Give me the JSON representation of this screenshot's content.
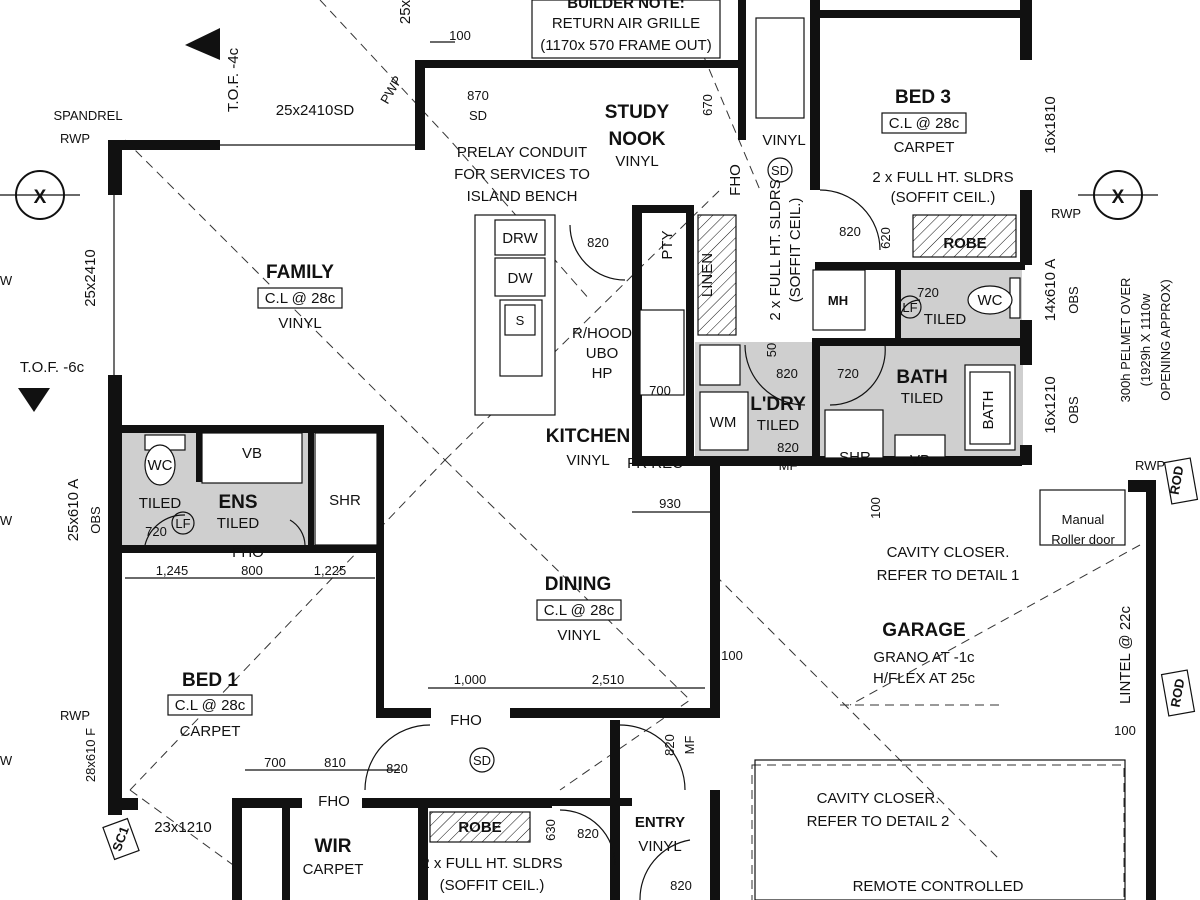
{
  "rooms": {
    "family": {
      "name": "FAMILY",
      "ceiling": "C.L @ 28c",
      "floor": "VINYL"
    },
    "study": {
      "name_line1": "STUDY",
      "name_line2": "NOOK",
      "floor": "VINYL"
    },
    "bed3": {
      "name": "BED 3",
      "ceiling": "C.L @ 28c",
      "floor": "CARPET",
      "robe_note1": "2 x FULL HT. SLDRS",
      "robe_note2": "(SOFFIT CEIL.)"
    },
    "kitchen": {
      "name": "KITCHEN",
      "floor": "VINYL"
    },
    "laundry": {
      "name": "L'DRY",
      "floor": "TILED"
    },
    "bath": {
      "name": "BATH",
      "floor": "TILED"
    },
    "ens": {
      "name": "ENS",
      "floor": "TILED"
    },
    "dining": {
      "name": "DINING",
      "ceiling": "C.L @ 28c",
      "floor": "VINYL"
    },
    "garage": {
      "name": "GARAGE",
      "floor_line1": "GRANO AT -1c",
      "floor_line2": "H/FLEX AT 25c"
    },
    "bed1": {
      "name": "BED 1",
      "ceiling": "C.L @ 28c",
      "floor": "CARPET"
    },
    "wir": {
      "name": "WIR",
      "floor": "CARPET"
    },
    "entry": {
      "name": "ENTRY",
      "floor": "VINYL"
    }
  },
  "fixtures": {
    "drw": "DRW",
    "dw": "DW",
    "s": "S",
    "pty": "PTY",
    "linen": "LINEN",
    "mh": "MH",
    "wc": "WC",
    "lf": "LF",
    "vb": "VB",
    "shr": "SHR",
    "wm": "WM",
    "bath": "BATH",
    "robe": "ROBE",
    "sd": "SD",
    "rhood": "R/HOOD",
    "ubo": "UBO",
    "hp": "HP",
    "fr_rec": "FR REC",
    "fho": "FHO"
  },
  "notes": {
    "builder_note": "BUILDER NOTE:",
    "return_air": "RETURN AIR GRILLE",
    "frame_out": "(1170x 570 FRAME OUT)",
    "prelay1": "PRELAY CONDUIT",
    "prelay2": "FOR SERVICES TO",
    "prelay3": "ISLAND BENCH",
    "spandrel": "SPANDREL",
    "rwp": "RWP",
    "pwp": "PWP",
    "tof4": "T.O.F. -4c",
    "tof6": "T.O.F. -6c",
    "x": "X",
    "sld_note1": "2 x FULL HT. SLDRS",
    "sld_note2": "(SOFFIT CEIL.)",
    "cavity1a": "CAVITY CLOSER.",
    "cavity1b": "REFER TO DETAIL 1",
    "cavity2a": "CAVITY CLOSER.",
    "cavity2b": "REFER TO DETAIL 2",
    "pelmet1": "300h PELMET OVER",
    "pelmet2": "(1929h X 1110w",
    "pelmet3": "OPENING APPROX)",
    "manual": "Manual",
    "roller": "Roller door",
    "remote": "REMOTE CONTROLLED",
    "lintel": "LINTEL @ 22c",
    "rod": "ROD",
    "sc1": "SC1",
    "vinyl": "VINYL",
    "tiled": "TILED",
    "obs": "OBS",
    "w": "W"
  },
  "windows": {
    "w25x2410sd": "25x2410SD",
    "w25x2410": "25x2410",
    "w25x610": "25x610 A",
    "w28x610": "28x610 F",
    "w23x1210": "23x1210",
    "w16x1810": "16x1810",
    "w14x610": "14x610 A",
    "w16x1210": "16x1210",
    "w25x": "25x"
  },
  "dims": {
    "d100": "100",
    "d870": "870",
    "sd": "SD",
    "d670": "670",
    "d820": "820",
    "d620": "620",
    "d720": "720",
    "d50": "50",
    "d700": "700",
    "mf": "MF",
    "d930": "930",
    "d1245": "1,245",
    "d800": "800",
    "d1225": "1,225",
    "d1000": "1,000",
    "d2510": "2,510",
    "d810": "810",
    "d630": "630"
  }
}
